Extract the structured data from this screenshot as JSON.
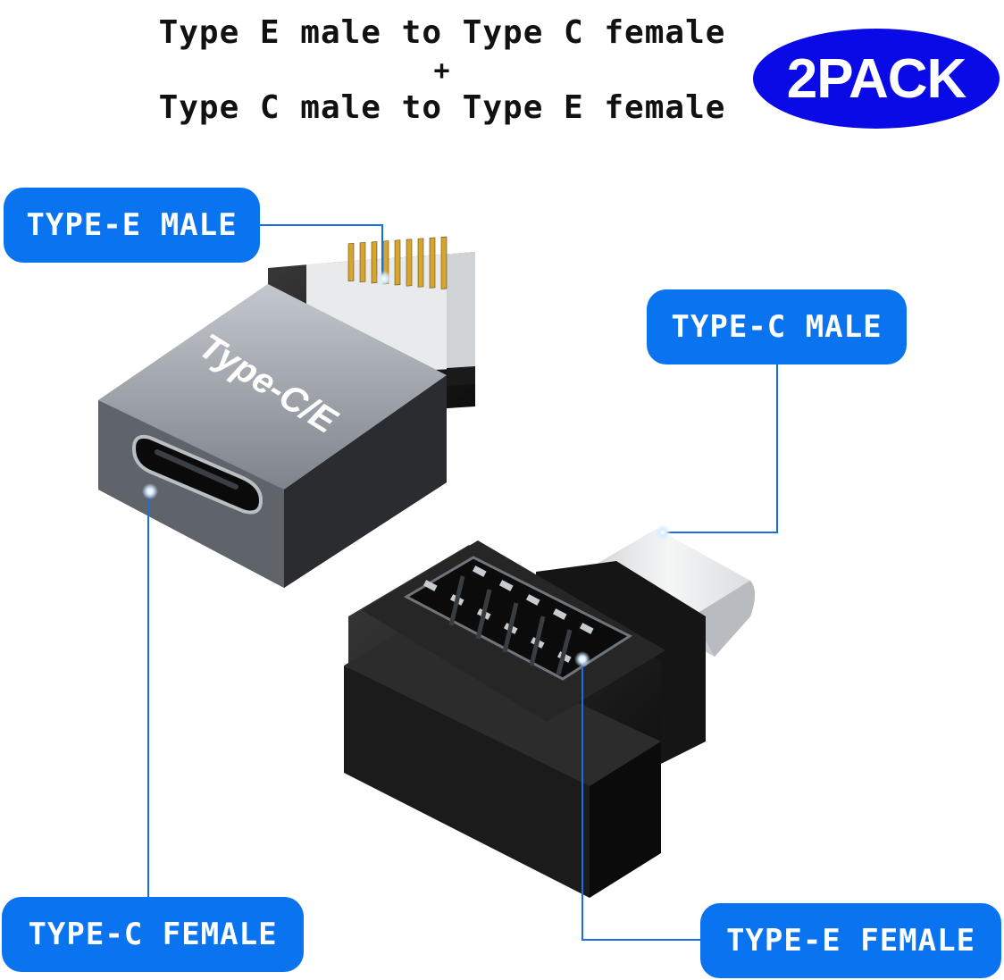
{
  "header": {
    "line1": "Type E male to Type C female",
    "plus": "+",
    "line2": "Type C male to Type E female"
  },
  "badge": {
    "label": "2PACK",
    "color": "#0a0ae6"
  },
  "callouts": {
    "type_e_male": "TYPE-E MALE",
    "type_c_male": "TYPE-C MALE",
    "type_c_female": "TYPE-C FEMALE",
    "type_e_female": "TYPE-E FEMALE",
    "pill_color": "#0a73ef"
  },
  "adapter": {
    "body_text": "Type-C/E"
  }
}
